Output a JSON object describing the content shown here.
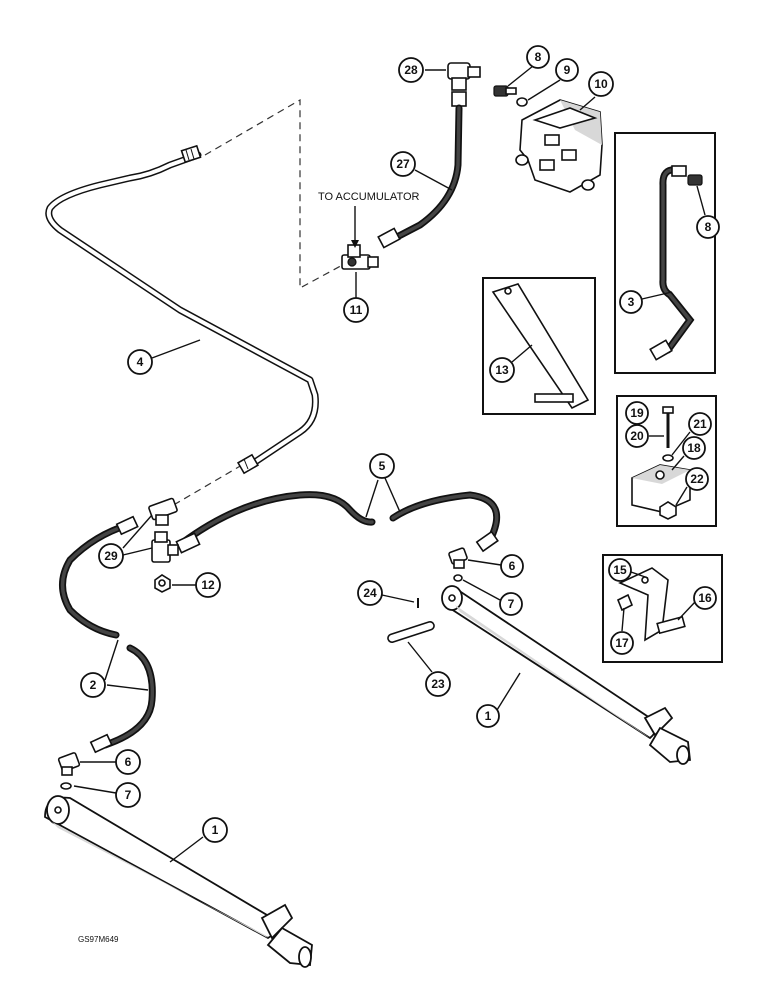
{
  "diagram": {
    "label_to_accumulator": "TO ACCUMULATOR",
    "figure_code": "GS97M649",
    "callouts": {
      "c28": "28",
      "c8a": "8",
      "c9": "9",
      "c10": "10",
      "c27": "27",
      "c11": "11",
      "c4": "4",
      "c8b": "8",
      "c3": "3",
      "c13": "13",
      "c19": "19",
      "c20": "20",
      "c21": "21",
      "c18": "18",
      "c22": "22",
      "c5": "5",
      "c6a": "6",
      "c7a": "7",
      "c29": "29",
      "c12": "12",
      "c24": "24",
      "c23": "23",
      "c1a": "1",
      "c15": "15",
      "c16": "16",
      "c17": "17",
      "c2": "2",
      "c6b": "6",
      "c7b": "7",
      "c1b": "1"
    }
  }
}
